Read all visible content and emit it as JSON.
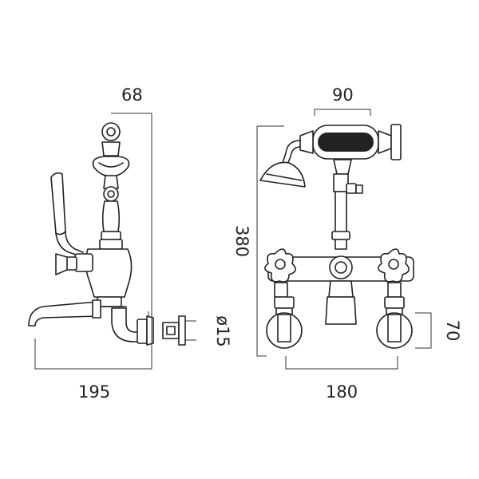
{
  "dimensions": {
    "side_top_width": "68",
    "side_overall_width": "195",
    "pipe_diameter": "ø15",
    "front_handset_width": "90",
    "front_overall_height": "380",
    "front_centres": "180",
    "front_mount_height": "70"
  }
}
